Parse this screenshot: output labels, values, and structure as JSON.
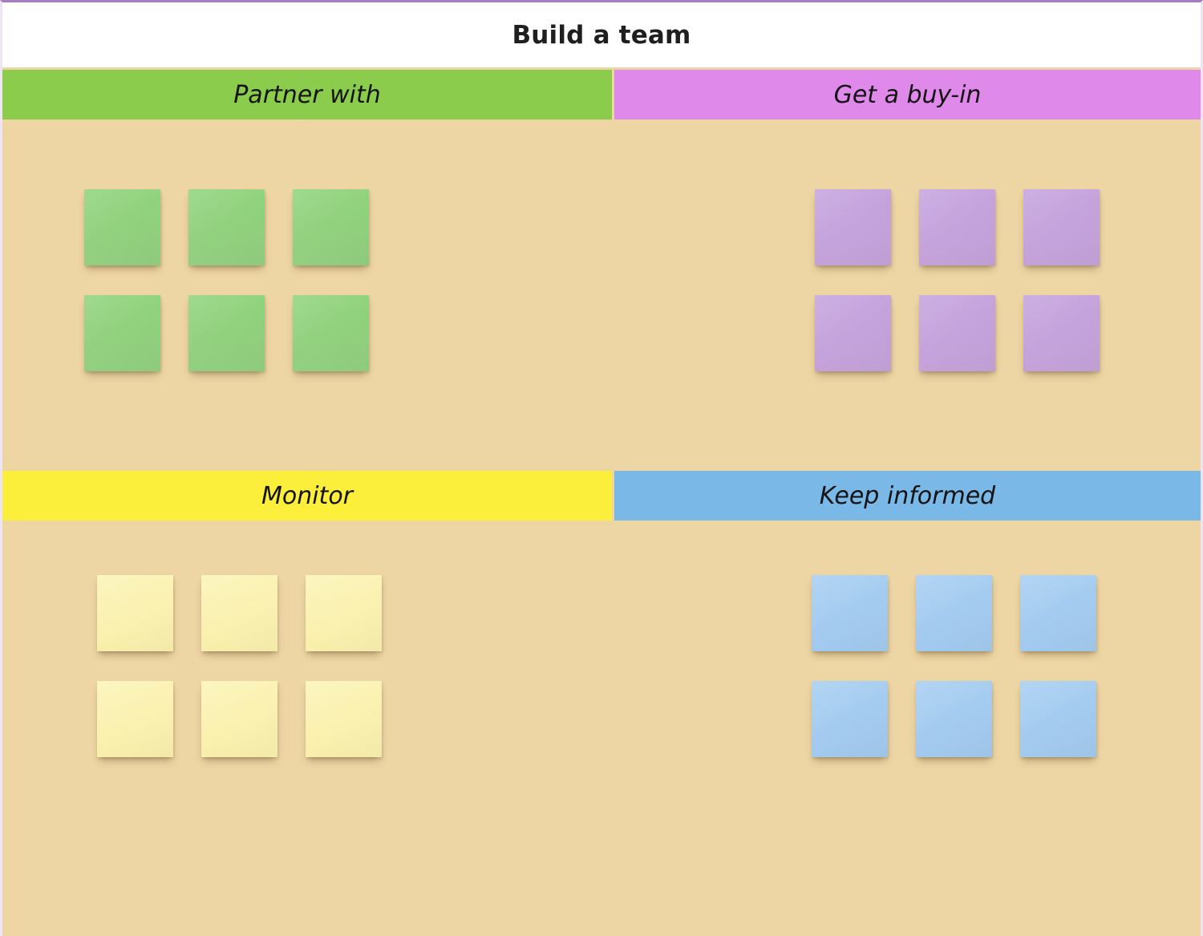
{
  "board": {
    "title": "Build a team",
    "background_color": "#edd5a4",
    "title_bar_color": "#ffffff",
    "frame_accent_color": "#a87cc4"
  },
  "quadrants": [
    {
      "id": "partner-with",
      "label": "Partner with",
      "header_color": "#8ccc4c",
      "note_color_top": "#8ed27a",
      "note_color_bottom": "#93d081",
      "note_count": 6,
      "note_rows": 2,
      "note_cols": 3,
      "notes": [
        "",
        "",
        "",
        "",
        "",
        ""
      ]
    },
    {
      "id": "get-a-buy-in",
      "label": "Get a buy-in",
      "header_color": "#df8aea",
      "note_color_top": "#c4a1dd",
      "note_color_bottom": "#c5a3da",
      "note_count": 6,
      "note_rows": 2,
      "note_cols": 3,
      "notes": [
        "",
        "",
        "",
        "",
        "",
        ""
      ]
    },
    {
      "id": "monitor",
      "label": "Monitor",
      "header_color": "#fbef3c",
      "note_color_top": "#fbf3b4",
      "note_color_bottom": "#faf0ad",
      "note_count": 6,
      "note_rows": 2,
      "note_cols": 3,
      "notes": [
        "",
        "",
        "",
        "",
        "",
        ""
      ]
    },
    {
      "id": "keep-informed",
      "label": "Keep informed",
      "header_color": "#7ab8e8",
      "note_color_top": "#a5cdf0",
      "note_color_bottom": "#a3caef",
      "note_count": 6,
      "note_rows": 2,
      "note_cols": 3,
      "notes": [
        "",
        "",
        "",
        "",
        "",
        ""
      ]
    }
  ]
}
